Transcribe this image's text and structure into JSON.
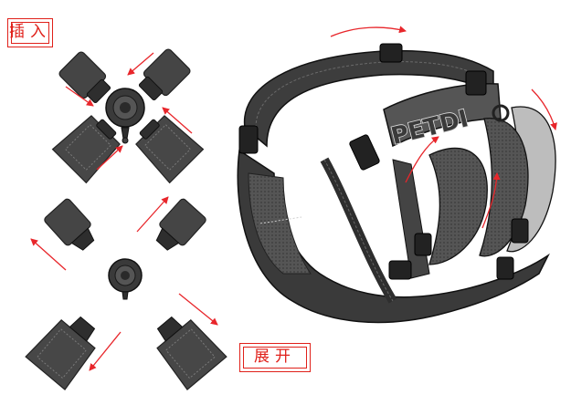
{
  "labels": {
    "insert": "插入",
    "expand": "展开",
    "brand": "PETDI"
  },
  "colors": {
    "arrow": "#e8262b",
    "strap": "#3b3b3b",
    "strap_light": "#5a5a5a",
    "padding": "#4a4a4a",
    "mesh": "#9a9a9a"
  }
}
